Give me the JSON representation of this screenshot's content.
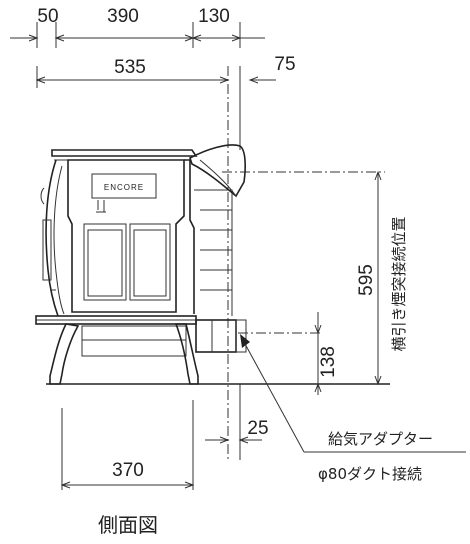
{
  "dimensions": {
    "top_left_offset": "50",
    "top_width": "390",
    "top_right": "130",
    "overall_width": "535",
    "flue_offset": "75",
    "flue_height": "595",
    "duct_height": "138",
    "duct_offset": "25",
    "leg_width": "370"
  },
  "labels": {
    "side_connection": "横引き煙突接続位置",
    "air_adapter": "給気アダプター",
    "duct_connection": "φ80ダクト接続",
    "view_title": "側面図",
    "stove_logo": "ENCORE"
  }
}
